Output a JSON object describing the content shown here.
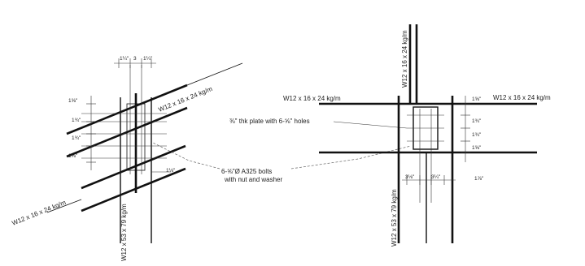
{
  "left_detail": {
    "beam_upper": "W12 x 16 x 24 kg/m",
    "beam_lower": "W12 x 16 x 24 kg/m",
    "column": "W12 x 53 x 79 kg/m",
    "top_dims": [
      "1¼\"",
      "3",
      "1¼\""
    ],
    "side_dims": [
      "1⅝\"",
      "1¾\"",
      "1¾\"",
      "1⅝\""
    ],
    "right_dim": "1⅛\""
  },
  "right_detail": {
    "beam_left": "W12 x 16 x 24 kg/m",
    "beam_right": "W12 x 16 x 24 kg/m",
    "column_top": "W12 x 16 x 24 kg/m",
    "column_bottom": "W12 x 53 x 79 kg/m",
    "side_dims": [
      "1⅝\"",
      "1¾\"",
      "1¾\"",
      "1⅝\""
    ],
    "bottom_dims": [
      "3⅛\"",
      "3¼\"",
      "1⅞\""
    ]
  },
  "callouts": {
    "plate": "⅜\" thk plate with 6-⅝\" holes",
    "bolts_line1": "6-⅝\"Ø A325 bolts",
    "bolts_line2": "with nut and washer"
  }
}
